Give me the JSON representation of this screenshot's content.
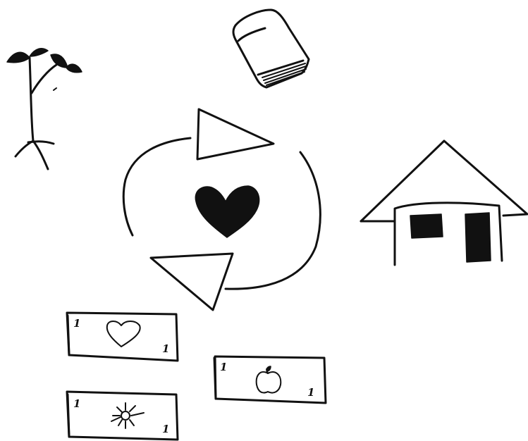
{
  "bills": [
    {
      "corner_top": "1",
      "corner_bottom": "1",
      "icon": "heart-outline-icon"
    },
    {
      "corner_top": "1",
      "corner_bottom": "1",
      "icon": "apple-icon"
    },
    {
      "corner_top": "1",
      "corner_bottom": "1",
      "icon": "sun-icon"
    }
  ],
  "icons": [
    "seedling-icon",
    "book-icon",
    "house-icon",
    "cycle-arrows-icon",
    "heart-icon"
  ],
  "colors": {
    "ink": "#111111",
    "background": "#ffffff"
  }
}
